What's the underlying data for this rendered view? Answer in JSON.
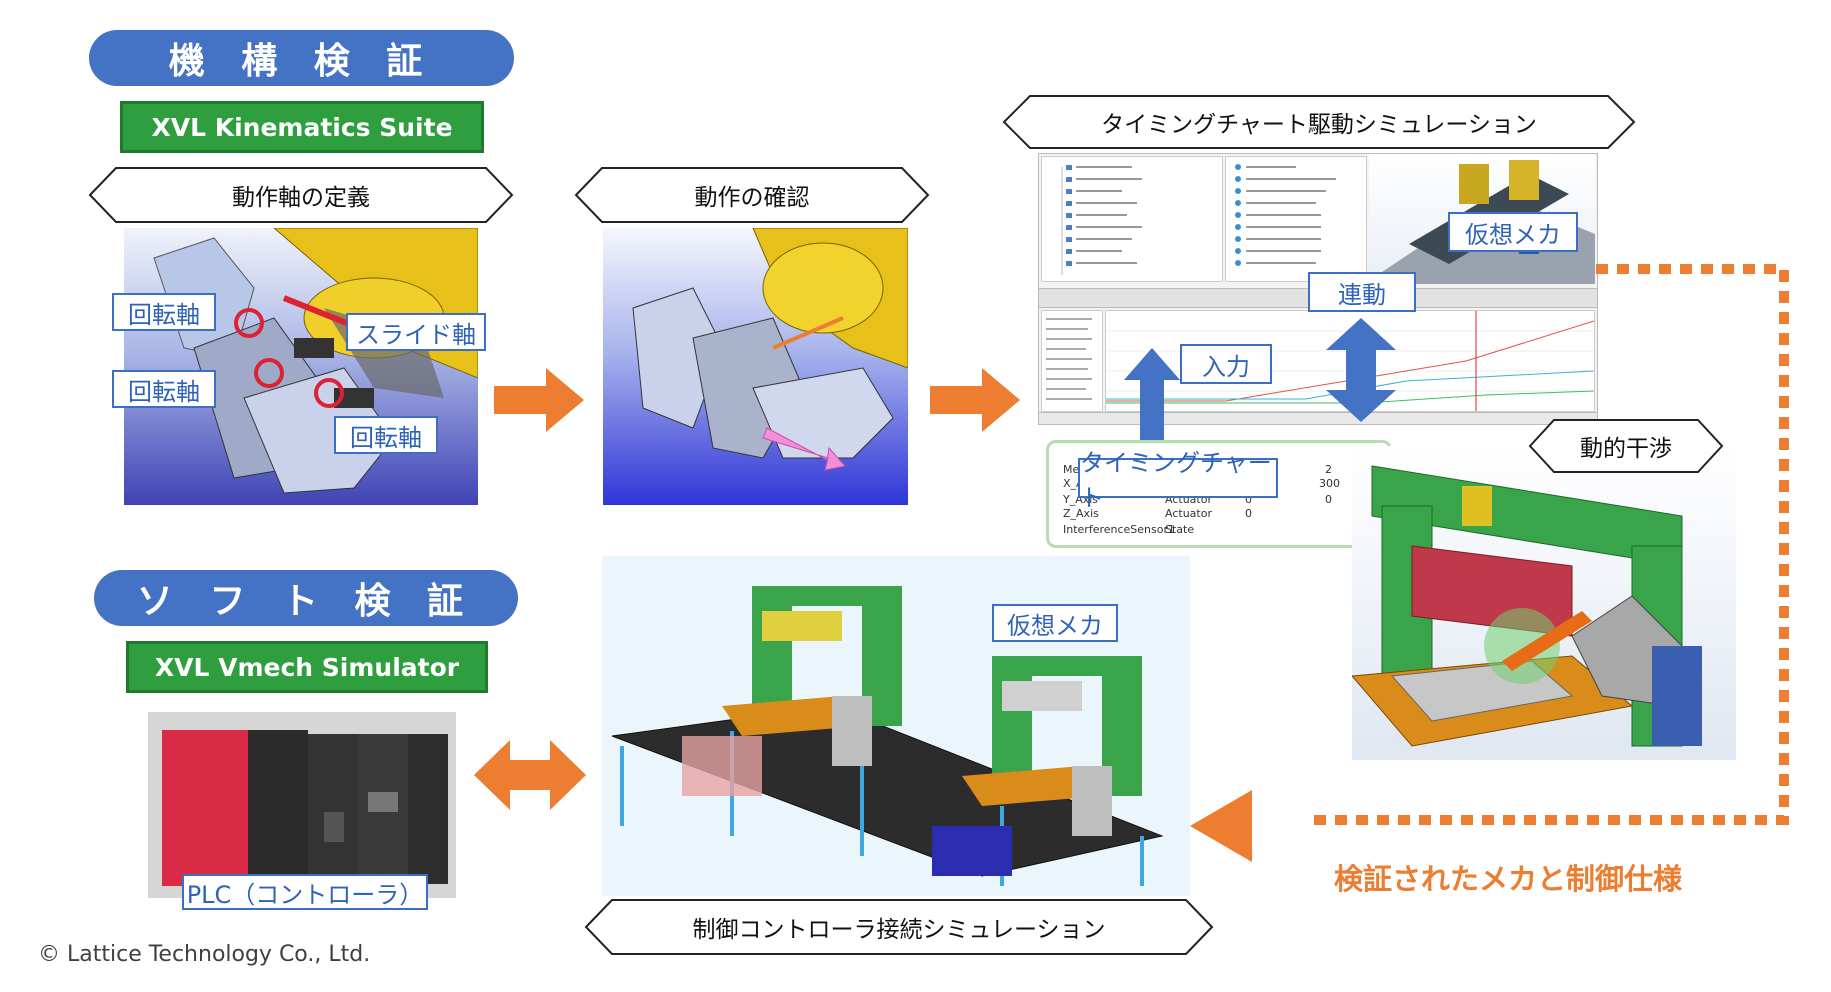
{
  "sections": {
    "mechanism": {
      "title": "機 構 検 証",
      "product": "XVL Kinematics Suite"
    },
    "software": {
      "title": "ソ フ ト 検 証",
      "product": "XVL Vmech Simulator"
    }
  },
  "steps": {
    "axis_definition": "動作軸の定義",
    "motion_check": "動作の確認",
    "timing_chart_sim": "タイミングチャート駆動シミュレーション",
    "dynamic_interference": "動的干渉",
    "controller_sim": "制御コントローラ接続シミュレーション"
  },
  "callouts": {
    "rotation_axis_1": "回転軸",
    "rotation_axis_2": "回転軸",
    "rotation_axis_3": "回転軸",
    "slide_axis": "スライド軸",
    "virtual_mech_1": "仮想メカ",
    "virtual_mech_2": "仮想メカ",
    "linkage": "連動",
    "input": "入力",
    "timing_chart": "タイミングチャート",
    "plc": "PLC（コントローラ）"
  },
  "table": {
    "rows": [
      [
        "Mech",
        "",
        "2"
      ],
      [
        "X_Axis",
        "",
        "300"
      ],
      [
        "Y_Axis",
        "Actuator",
        "0",
        "0"
      ],
      [
        "Z_Axis",
        "Actuator",
        "0"
      ],
      [
        "InterferenceSensor1",
        "State",
        ""
      ]
    ]
  },
  "caption": "検証されたメカと制御仕様",
  "copyright": "© Lattice Technology Co., Ltd.",
  "colors": {
    "pill_blue": "#4472c4",
    "green": "#2e9e3e",
    "orange": "#ed7d31",
    "callout_blue": "#3b6fc4"
  }
}
